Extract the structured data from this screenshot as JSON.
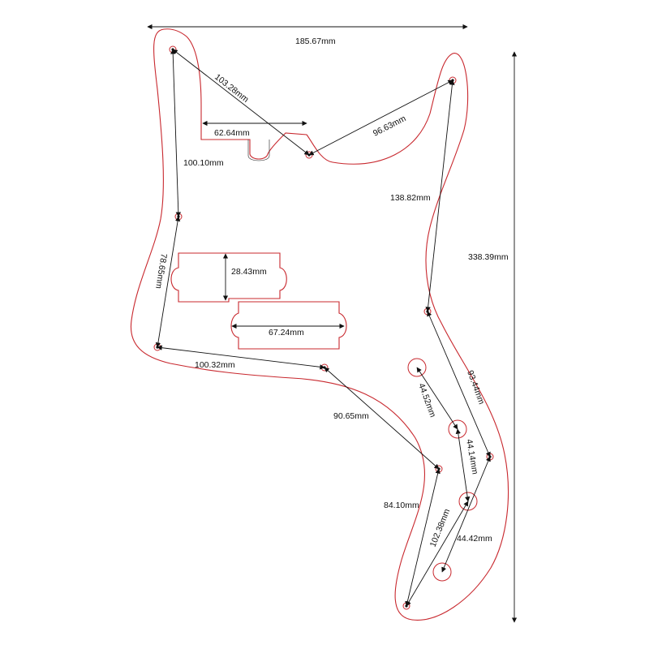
{
  "dimensions": {
    "overall_width": "185.67mm",
    "overall_height": "338.39mm",
    "top_left_to_center": "103.28mm",
    "neck_pocket_width": "62.64mm",
    "center_to_top_right": "96.63mm",
    "left_top_to_left_mid": "100.10mm",
    "top_right_to_right_mid": "138.82mm",
    "pickup_height": "28.43mm",
    "left_mid_to_left_low": "78.65mm",
    "pickup_width": "67.24mm",
    "left_low_to_center_low": "100.32mm",
    "knob_1_to_2": "44.52mm",
    "right_mid_to_right_low": "93.44mm",
    "center_low_to_lower_mid": "90.65mm",
    "knob_2_to_3": "44.14mm",
    "lower_mid_to_bottom": "84.10mm",
    "bottom_to_knob_3": "102.38mm",
    "knob_3_to_jack": "44.42mm"
  }
}
